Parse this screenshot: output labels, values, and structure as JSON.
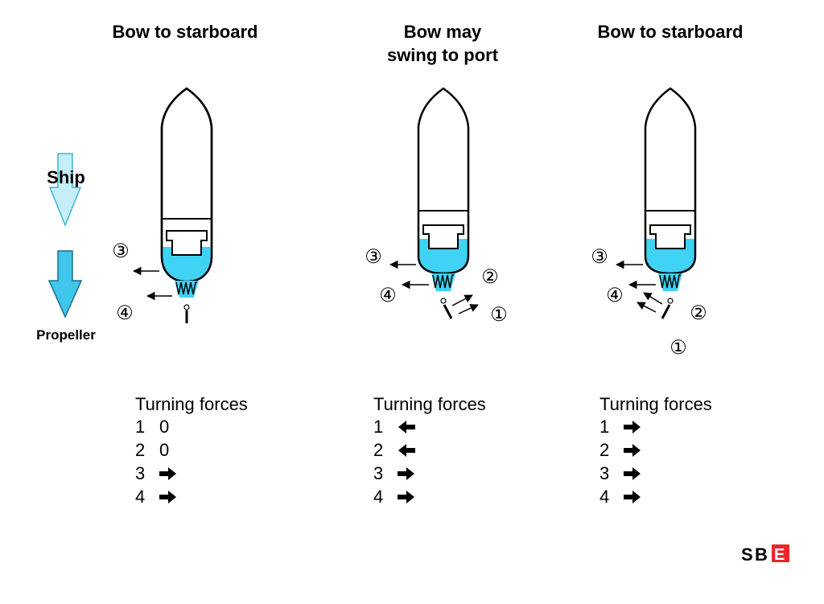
{
  "legend": {
    "ship_label": "Ship",
    "propeller_label": "Propeller",
    "ship_color": "#c6eef8",
    "propeller_color": "#3fc6ea"
  },
  "panels": [
    {
      "title": "Bow to starboard",
      "forces_title": "Turning forces",
      "forces": [
        {
          "num": "1",
          "value": "0"
        },
        {
          "num": "2",
          "value": "0"
        },
        {
          "num": "3",
          "value": "right"
        },
        {
          "num": "4",
          "value": "right"
        }
      ],
      "markers": [
        "③",
        "④"
      ]
    },
    {
      "title": "Bow may\nswing to port",
      "forces_title": "Turning forces",
      "forces": [
        {
          "num": "1",
          "value": "left"
        },
        {
          "num": "2",
          "value": "left"
        },
        {
          "num": "3",
          "value": "right"
        },
        {
          "num": "4",
          "value": "right"
        }
      ],
      "markers": [
        "③",
        "④",
        "②",
        "①"
      ]
    },
    {
      "title": "Bow to starboard",
      "forces_title": "Turning forces",
      "forces": [
        {
          "num": "1",
          "value": "right"
        },
        {
          "num": "2",
          "value": "right"
        },
        {
          "num": "3",
          "value": "right"
        },
        {
          "num": "4",
          "value": "right"
        }
      ],
      "markers": [
        "③",
        "④",
        "②",
        "①"
      ]
    }
  ],
  "logo": {
    "text": "SBE",
    "accent_color": "#e8262b"
  },
  "colors": {
    "water": "#3fd2f5",
    "ink": "#000000"
  }
}
